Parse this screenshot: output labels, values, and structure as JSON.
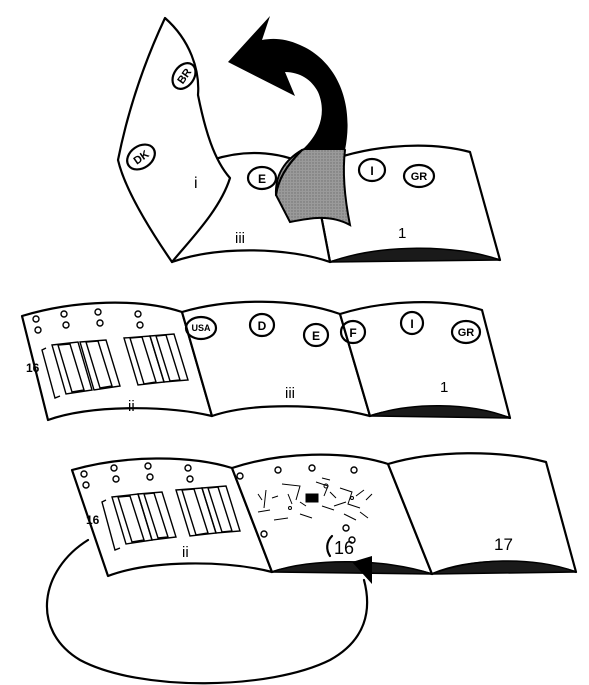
{
  "step1": {
    "flag_dk": "DK",
    "flag_br": "BR",
    "flag_hidden": "E",
    "flag_i": "I",
    "flag_gr": "GR",
    "page_i": "i",
    "page_iii": "iii",
    "page_1": "1"
  },
  "step2": {
    "label_16": "16",
    "page_ii": "ii",
    "flag_usa": "USA",
    "flag_d": "D",
    "flag_e": "E",
    "flag_f": "F",
    "flag_i": "I",
    "flag_gr": "GR",
    "page_iii": "iii",
    "page_1": "1"
  },
  "step3": {
    "label_16": "16",
    "page_ii": "ii",
    "page_16": "16",
    "page_17": "17"
  },
  "colors": {
    "ink": "#000000",
    "fold_gray": "#8c8c8c",
    "spine_dark": "#1a1a1a"
  }
}
